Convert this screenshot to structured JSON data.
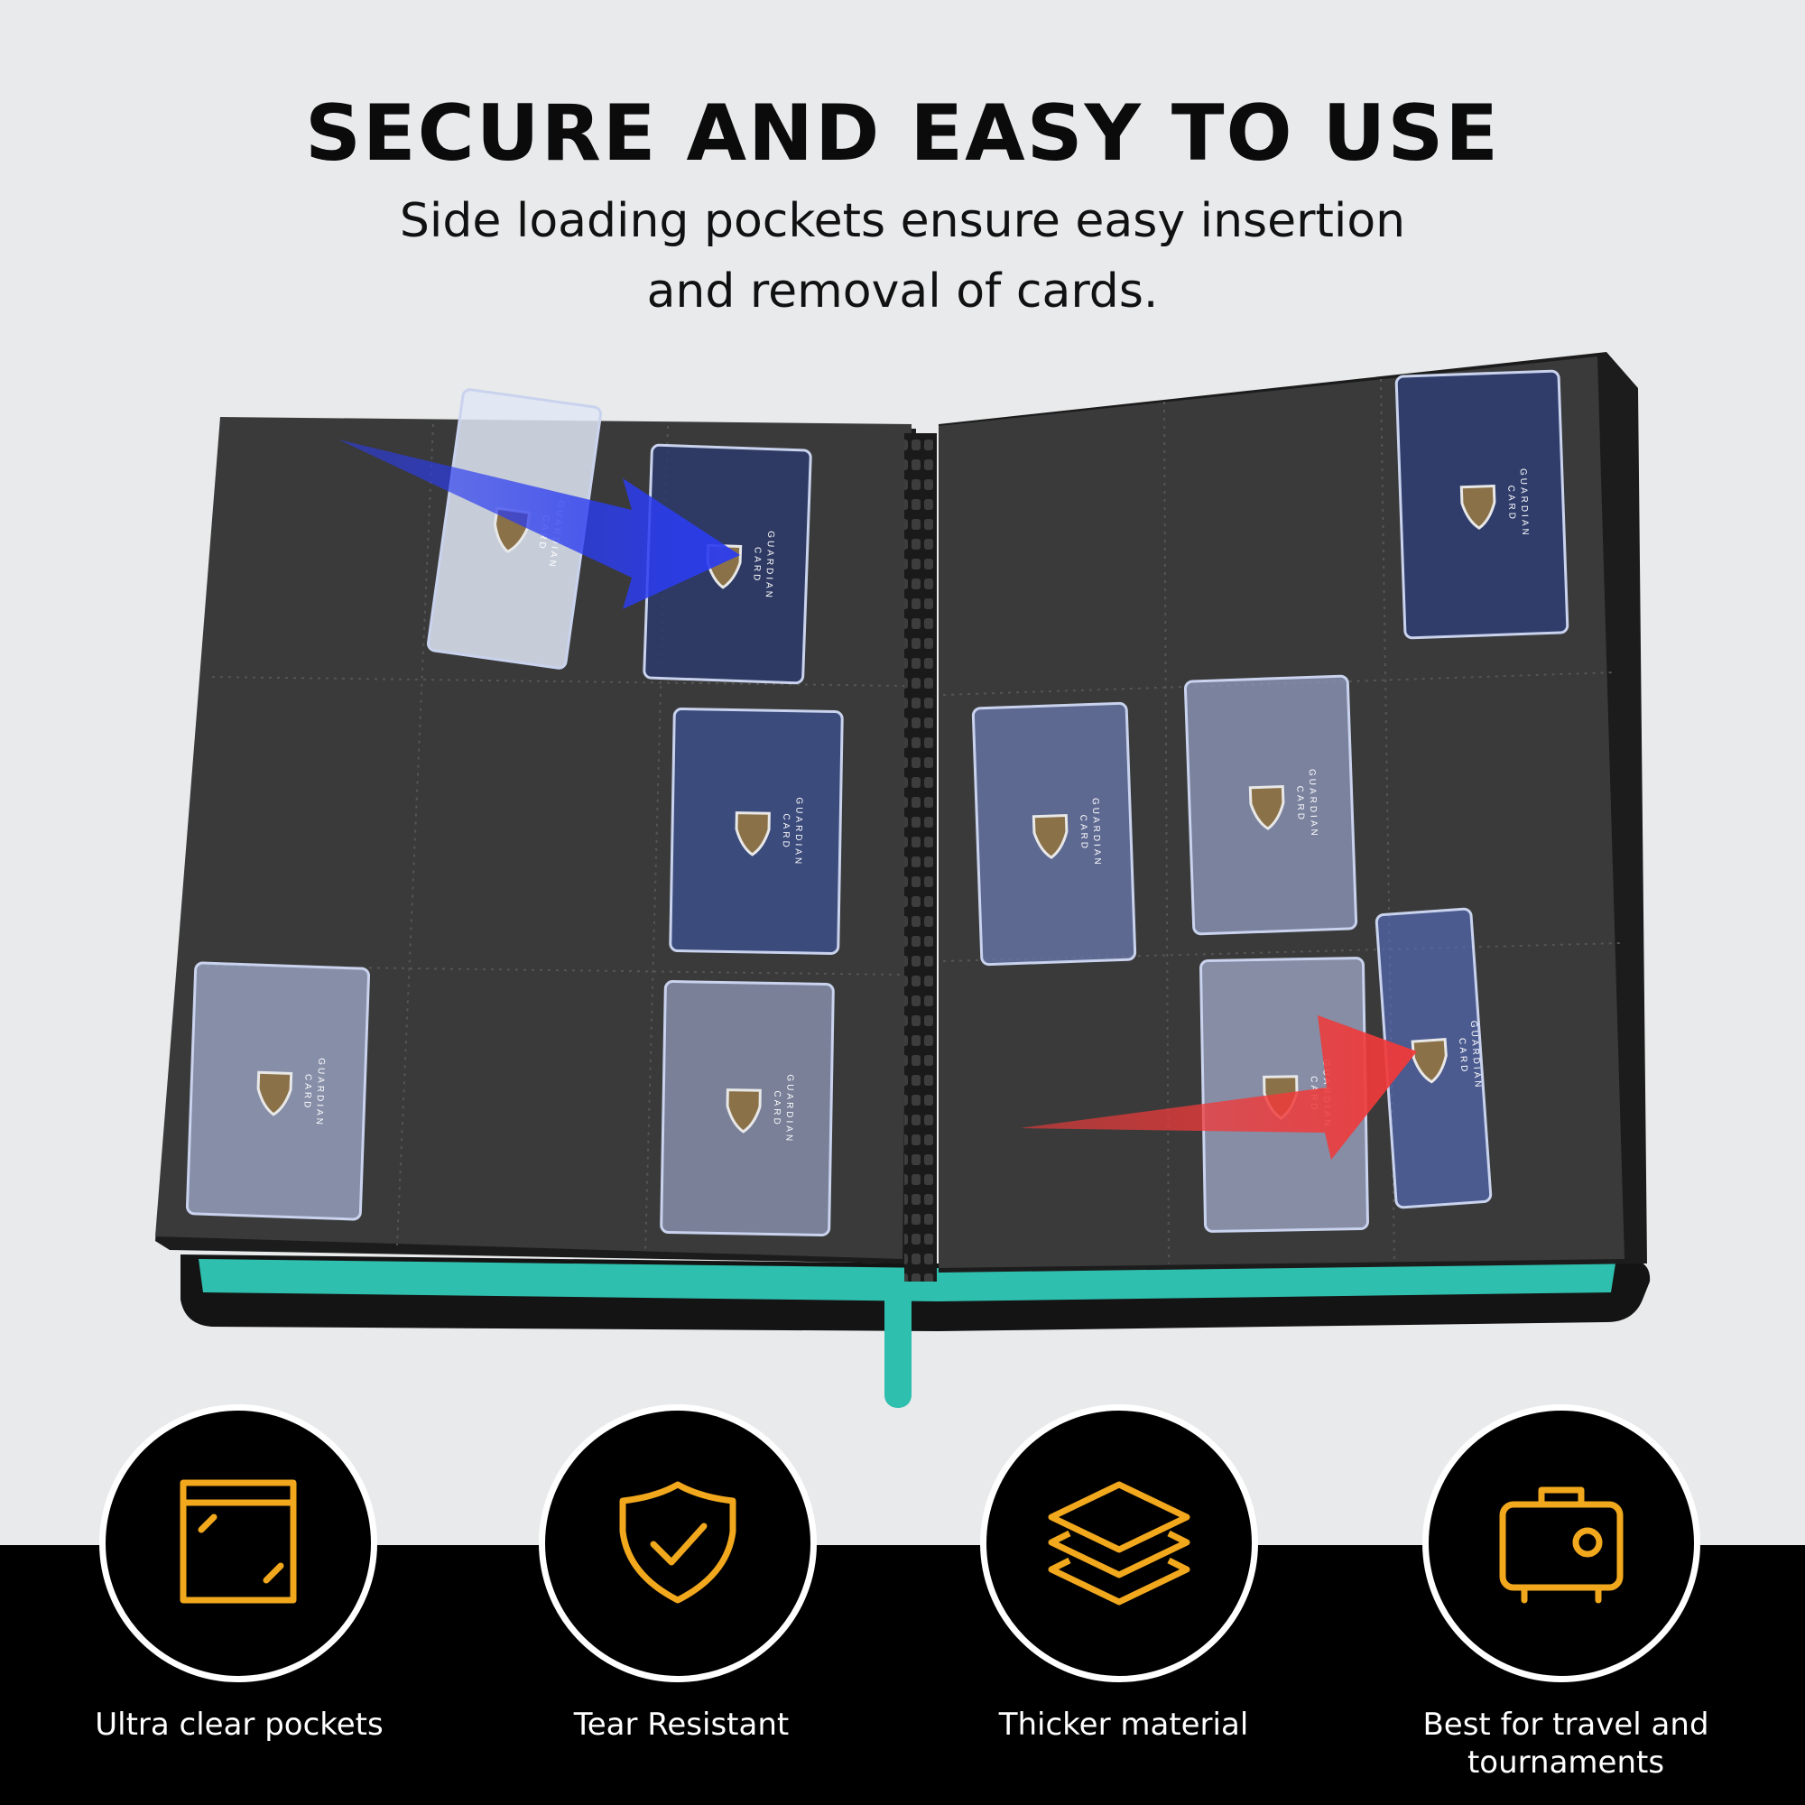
{
  "header": {
    "title": "SECURE AND EASY TO USE",
    "subtitle_line1": "Side loading pockets ensure easy insertion",
    "subtitle_line2": "and removal of cards."
  },
  "card_brand": [
    "CARD",
    "GUARDIAN"
  ],
  "colors": {
    "background": "#e9eaeb",
    "binder_page": "#3a3a3a",
    "zipper_teal": "#2fbfae",
    "arrow_blue": "#2b3cf0",
    "arrow_red": "#f03a3a",
    "icon_gold": "#f2a81d",
    "band": "#000000"
  },
  "features": [
    {
      "icon": "pocket-icon",
      "label_line1": "Ultra clear pockets",
      "label_line2": ""
    },
    {
      "icon": "shield-check-icon",
      "label_line1": "Tear Resistant",
      "label_line2": ""
    },
    {
      "icon": "layers-icon",
      "label_line1": "Thicker material",
      "label_line2": ""
    },
    {
      "icon": "suitcase-icon",
      "label_line1": "Best for travel and",
      "label_line2": "tournaments"
    }
  ]
}
